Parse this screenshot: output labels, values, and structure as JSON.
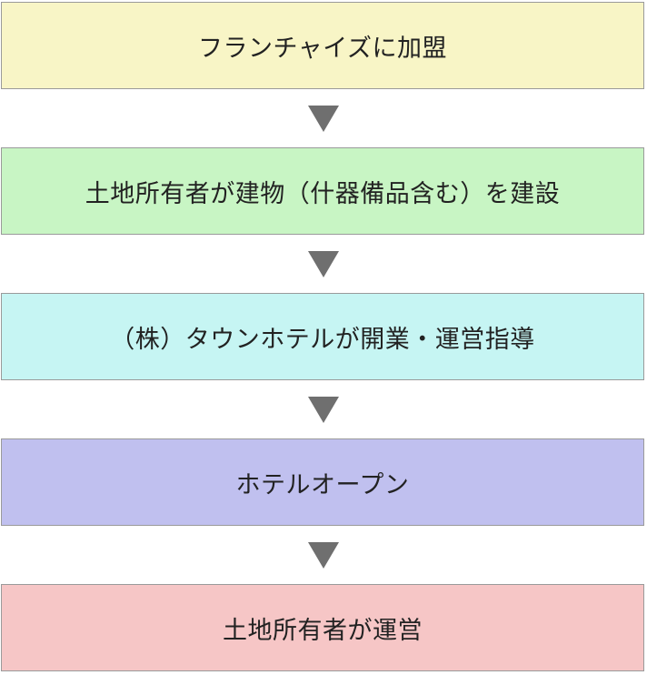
{
  "steps": [
    {
      "label": "フランチャイズに加盟",
      "color": "#f8f5c6"
    },
    {
      "label": "土地所有者が建物（什器備品含む）を建設",
      "color": "#c8f5c4"
    },
    {
      "label": "（株）タウンホテルが開業・運営指導",
      "color": "#c6f5f3"
    },
    {
      "label": "ホテルオープン",
      "color": "#c0c0ef"
    },
    {
      "label": "土地所有者が運営",
      "color": "#f6c6c6"
    }
  ],
  "arrow_color": "#6f6f6f",
  "arrow_icon": "down-triangle-icon"
}
